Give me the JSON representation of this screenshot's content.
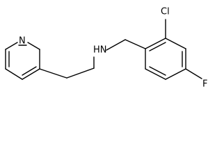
{
  "labels": {
    "pyridine_n": "N",
    "amine": "HN",
    "chloro": "Cl",
    "fluoro": "F"
  }
}
